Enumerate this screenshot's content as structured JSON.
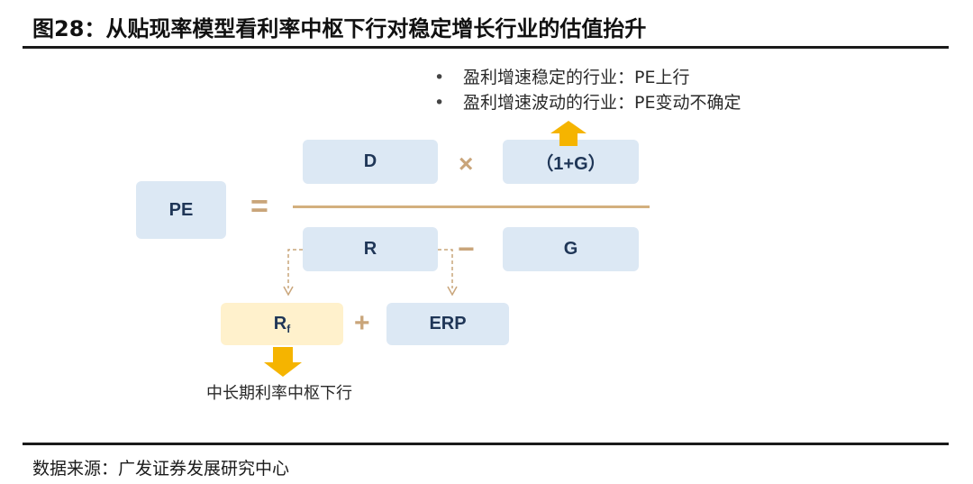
{
  "header": {
    "title": "图28：从贴现率模型看利率中枢下行对稳定增长行业的估值抬升"
  },
  "notes": {
    "bullet_1": "盈利增速稳定的行业：PE上行",
    "bullet_2": "盈利增速波动的行业：PE变动不确定"
  },
  "formula": {
    "pe": "PE",
    "equals": "=",
    "d": "D",
    "times": "×",
    "growth": "（1+G）",
    "r": "R",
    "minus": "−",
    "g": "G",
    "rf_main": "R",
    "rf_sub": "f",
    "plus": "+",
    "erp": "ERP"
  },
  "caption": {
    "rf_trend": "中长期利率中枢下行"
  },
  "footer": {
    "source": "数据来源：广发证券发展研究中心"
  },
  "colors": {
    "box_blue": "#dce8f4",
    "box_yellow": "#fff1cc",
    "operator_tan": "#c9a57a",
    "arrow_orange": "#f5b400",
    "text_navy": "#1f3657"
  },
  "icons": {
    "up_arrow": "up-arrow-icon",
    "down_arrow": "down-arrow-icon",
    "dashed_connector": "dashed-arrow-icon"
  }
}
